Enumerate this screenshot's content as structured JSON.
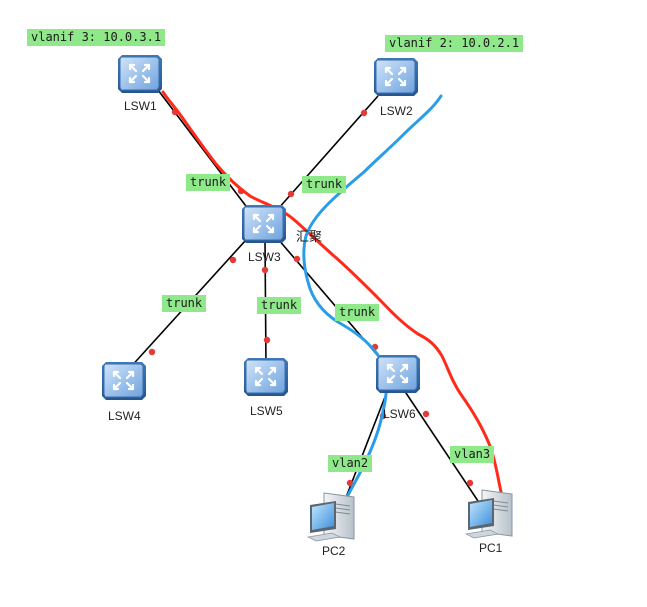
{
  "ip_labels": {
    "lsw1_vlanif": "vlanif 3: 10.0.3.1",
    "lsw2_vlanif": "vlanif 2: 10.0.2.1"
  },
  "devices": {
    "lsw1": "LSW1",
    "lsw2": "LSW2",
    "lsw3": "LSW3",
    "lsw4": "LSW4",
    "lsw5": "LSW5",
    "lsw6": "LSW6",
    "pc1": "PC1",
    "pc2": "PC2"
  },
  "links": {
    "lsw1_lsw3": "trunk",
    "lsw2_lsw3": "trunk",
    "lsw3_lsw4": "trunk",
    "lsw3_lsw5": "trunk",
    "lsw3_lsw6": "trunk",
    "lsw6_pc2": "vlan2",
    "lsw6_pc1": "vlan3"
  },
  "annotations": {
    "aggregation": "汇聚"
  },
  "colors": {
    "label_bg": "#8fe88a",
    "link": "#000000",
    "port_dot": "#e53935",
    "red_path": "#ff2a1a",
    "blue_path": "#2a9de8",
    "switch_body": "#4f86c6"
  },
  "icons": {
    "switch": "layer3-switch-icon",
    "pc": "desktop-pc-icon"
  }
}
